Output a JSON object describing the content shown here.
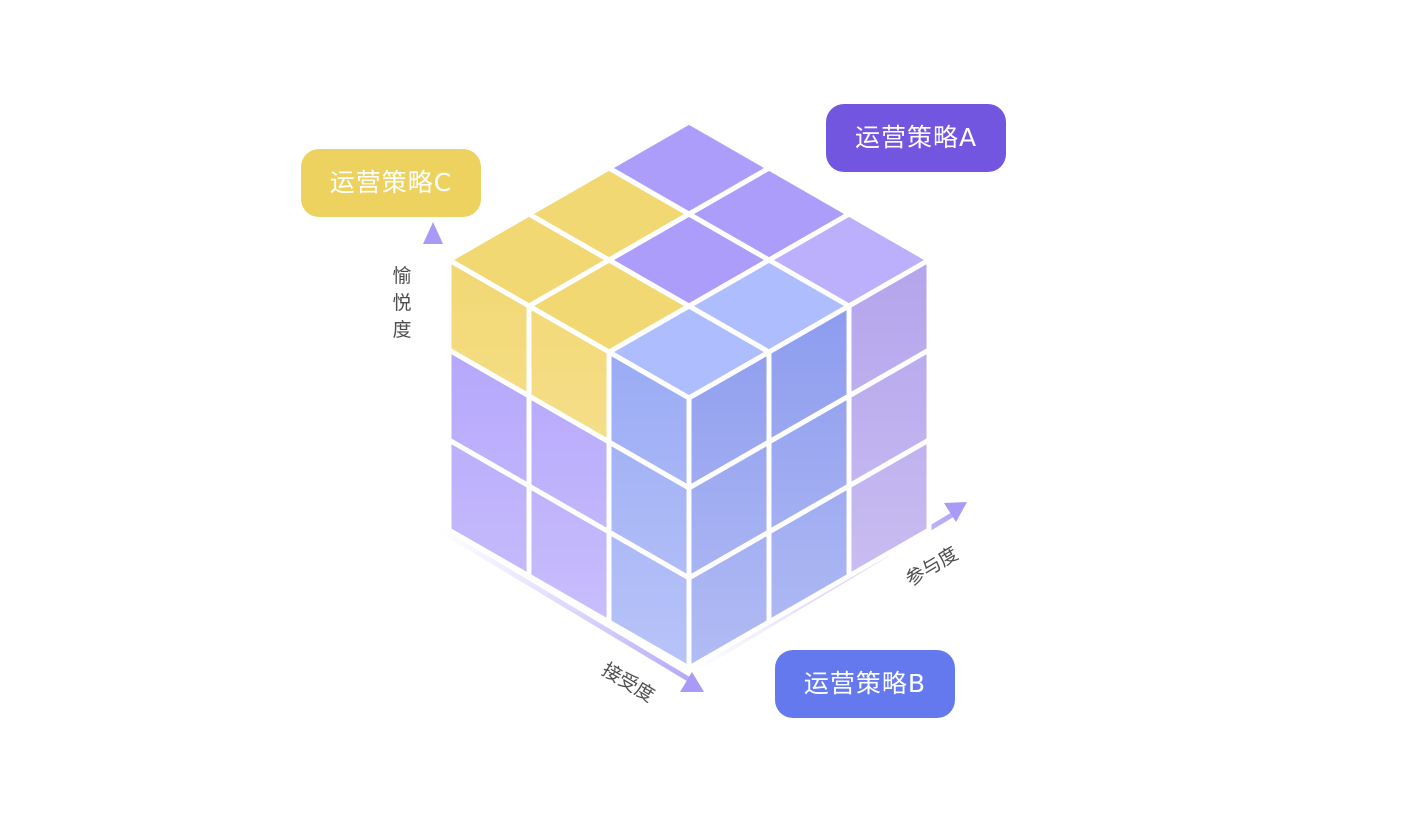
{
  "strategies": {
    "a": {
      "label": "运营策略A",
      "color": "#7256e0"
    },
    "b": {
      "label": "运营策略B",
      "color": "#6479ee"
    },
    "c": {
      "label": "运营策略C",
      "color": "#edd25f"
    }
  },
  "axes": {
    "pleasure": [
      "愉",
      "悦",
      "度"
    ],
    "acceptance": "接受度",
    "engagement": "参与度",
    "arrow_color": "#a99af7"
  },
  "cube": {
    "colors": {
      "purple_top": "#ac9dfa",
      "purple_left": "#b0a0fb",
      "purple_right": "#b4a4ec",
      "yellow": "#f2d873",
      "blue_top": "#adbdfd",
      "blue_left": "#92a4f4",
      "blue_right": "#8898ee"
    }
  }
}
